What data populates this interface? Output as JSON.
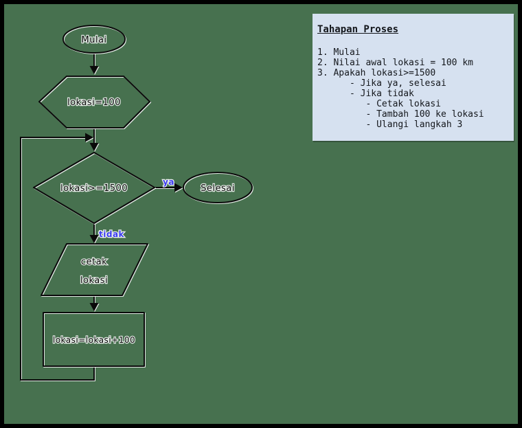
{
  "canvas": {
    "background_color": "#47714F",
    "frame_color": "#000000"
  },
  "flowchart": {
    "nodes": {
      "start": {
        "shape": "ellipse",
        "label": "Mulai"
      },
      "init": {
        "shape": "hexagon",
        "label": "lokasi=100"
      },
      "decision": {
        "shape": "diamond",
        "label": "lokasi>=1500"
      },
      "finish": {
        "shape": "ellipse",
        "label": "Selesai"
      },
      "output": {
        "shape": "parallelogram",
        "label_line1": "cetak",
        "label_line2": "lokasi"
      },
      "process": {
        "shape": "rectangle",
        "label": "lokasi=lokasi+100"
      }
    },
    "edge_labels": {
      "yes": "ya",
      "no": "tidak"
    },
    "edge_label_color": "#3B3BF2"
  },
  "note_panel": {
    "title": "Tahapan Proses",
    "background_color": "#D6E1F0",
    "lines": [
      "1. Mulai",
      "2. Nilai awal lokasi = 100 km",
      "3. Apakah lokasi>=1500",
      "      - Jika ya, selesai",
      "      - Jika tidak",
      "         - Cetak lokasi",
      "         - Tambah 100 ke lokasi",
      "         - Ulangi langkah 3"
    ]
  }
}
